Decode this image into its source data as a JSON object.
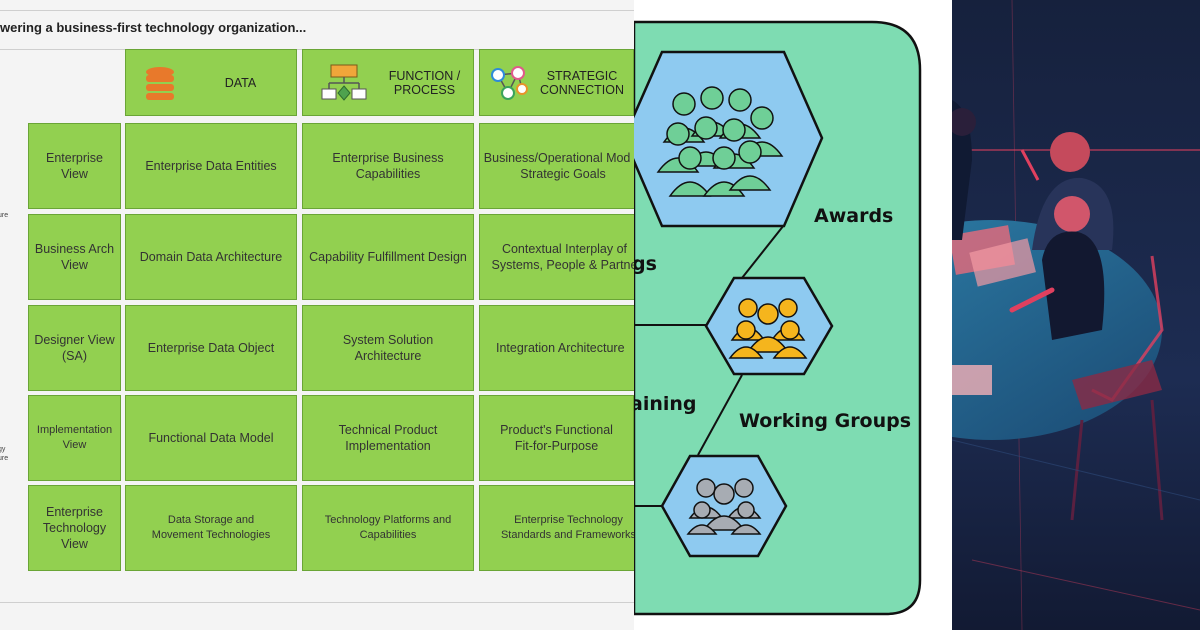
{
  "panel_framework": {
    "title": "wering a business-first technology organization...",
    "side_labels": [
      "ure",
      "gy",
      "ure"
    ],
    "headers": [
      {
        "label": "DATA",
        "icon": "database-icon"
      },
      {
        "label": "FUNCTION /\nPROCESS",
        "icon": "flowchart-icon"
      },
      {
        "label": "STRATEGIC\nCONNECTION",
        "icon": "network-people-icon"
      }
    ],
    "rows": [
      {
        "view": "Enterprise View",
        "cells": [
          "Enterprise Data Entities",
          "Enterprise Business Capabilities",
          "Business/Operational Mod & Strategic Goals"
        ]
      },
      {
        "view": "Business Arch View",
        "cells": [
          "Domain Data Architecture",
          "Capability Fulfillment Design",
          "Contextual Interplay of Systems, People & Partne"
        ]
      },
      {
        "view": "Designer View (SA)",
        "cells": [
          "Enterprise Data Object",
          "System Solution Architecture",
          "Integration Architecture"
        ]
      },
      {
        "view": "Implementation View",
        "cells": [
          "Functional Data Model",
          "Technical Product Implementation",
          "Product's Functional Fit-for-Purpose"
        ]
      },
      {
        "view": "Enterprise Technology View",
        "cells": [
          "Data Storage and Movement Technologies",
          "Technology Platforms and Capabilities",
          "Enterprise Technology Standards and Frameworks"
        ]
      }
    ]
  },
  "panel_hexagons": {
    "labels": {
      "awards": "Awards",
      "working_groups": "Working Groups",
      "training": "aining",
      "left_partial": "gs"
    },
    "colors": {
      "background": "#7edcb2",
      "hex_blue": "#8ecaf0",
      "people_green": "#6fcf97",
      "people_yellow": "#f5b51d",
      "people_gray": "#a7acb3"
    }
  },
  "panel_illustration": {
    "colors": {
      "background": "#1c2a4a",
      "accent": "#e0405f"
    }
  }
}
